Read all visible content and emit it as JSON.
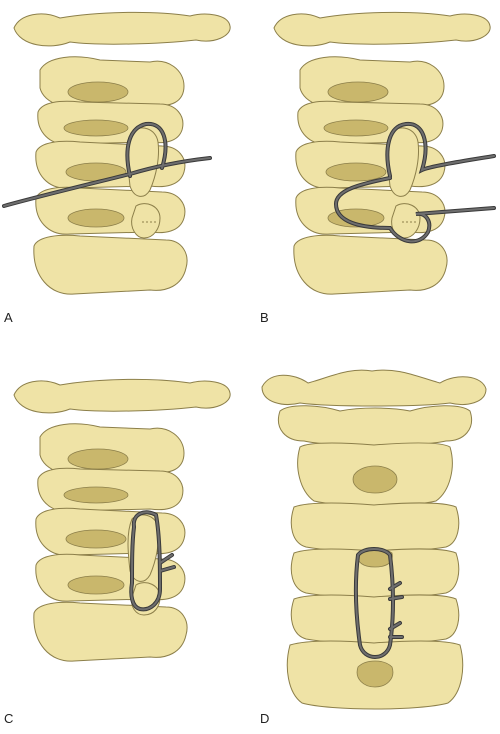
{
  "figure": {
    "panels": [
      {
        "label": "A",
        "view": "lateral",
        "wire_stage": "wire-passed-under-spinous-process"
      },
      {
        "label": "B",
        "view": "lateral",
        "wire_stage": "wire-looped-around-lower-spinous-process"
      },
      {
        "label": "C",
        "view": "lateral",
        "wire_stage": "wire-tightened-and-twisted"
      },
      {
        "label": "D",
        "view": "posterior",
        "wire_stage": "wire-tightened-and-twisted"
      }
    ],
    "colors": {
      "bone_fill": "#efe3a6",
      "bone_shadow": "#d8c67f",
      "bone_outline": "#8c7f4a",
      "cavity": "#c9b76c",
      "wire": "#6e6e6e",
      "wire_dark": "#3a3a3a"
    }
  }
}
